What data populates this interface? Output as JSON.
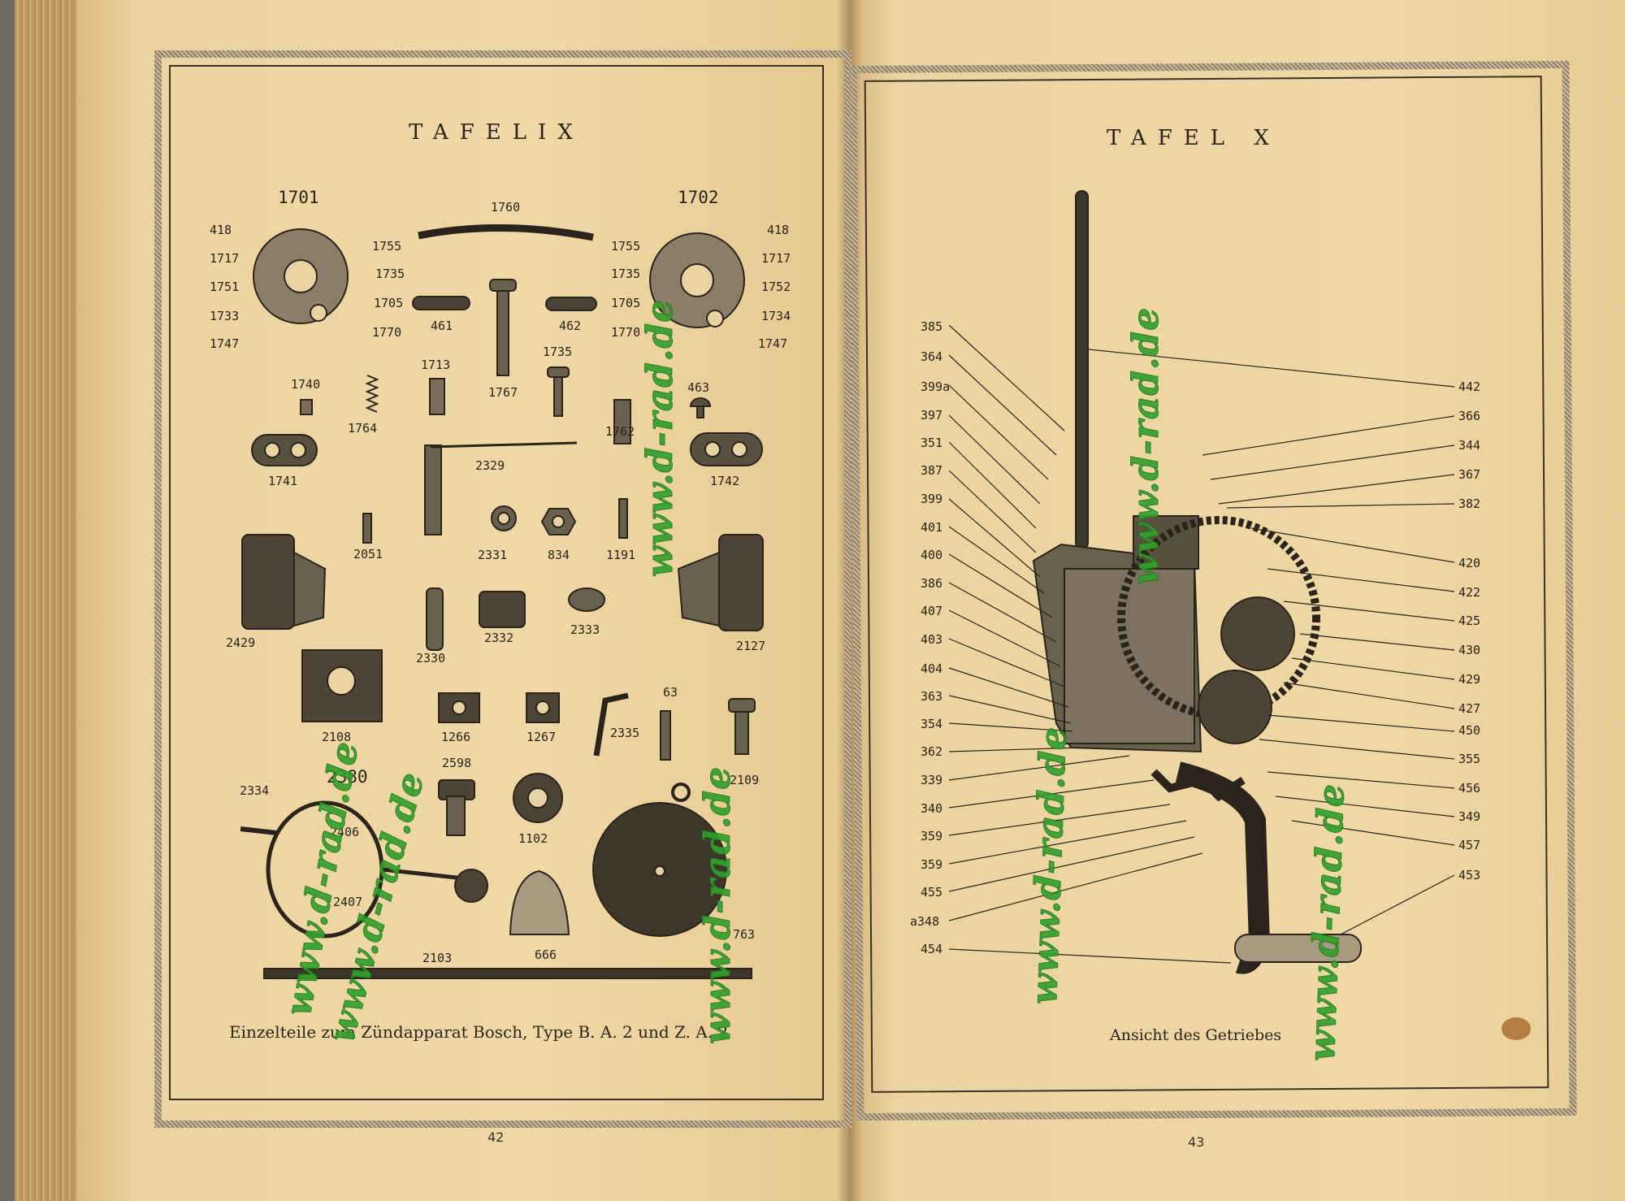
{
  "left_page": {
    "title": "TAFELIX",
    "caption": "Einzelteile zum Zündapparat Bosch, Type B. A. 2 und Z. A. 2",
    "page_number": "42",
    "labels": [
      "1701",
      "1702",
      "1760",
      "418",
      "1717",
      "1751",
      "1733",
      "1747",
      "1755",
      "1735",
      "1705",
      "1770",
      "418",
      "1717",
      "1752",
      "1734",
      "1747",
      "1755",
      "1735",
      "1705",
      "1770",
      "461",
      "462",
      "1713",
      "1735",
      "1740",
      "1764",
      "1767",
      "1762",
      "463",
      "1741",
      "2329",
      "1742",
      "2051",
      "2331",
      "834",
      "1191",
      "2429",
      "2330",
      "2332",
      "2333",
      "2127",
      "2108",
      "1266",
      "1267",
      "2335",
      "63",
      "2109",
      "2380",
      "2334",
      "2598",
      "2406",
      "1102",
      "2407",
      "2103",
      "666",
      "763"
    ]
  },
  "right_page": {
    "title": "TAFEL X",
    "caption": "Ansicht des Getriebes",
    "page_number": "43",
    "labels_left": [
      "385",
      "364",
      "399a",
      "397",
      "351",
      "387",
      "399",
      "401",
      "400",
      "386",
      "407",
      "403",
      "404",
      "363",
      "354",
      "362",
      "339",
      "340",
      "359",
      "359",
      "455",
      "a348",
      "454"
    ],
    "labels_right": [
      "442",
      "366",
      "344",
      "367",
      "382",
      "420",
      "422",
      "425",
      "430",
      "429",
      "427",
      "450",
      "355",
      "456",
      "349",
      "457",
      "453"
    ]
  },
  "watermark": {
    "text": "www.d-rad.de",
    "color": "#33a02c"
  }
}
